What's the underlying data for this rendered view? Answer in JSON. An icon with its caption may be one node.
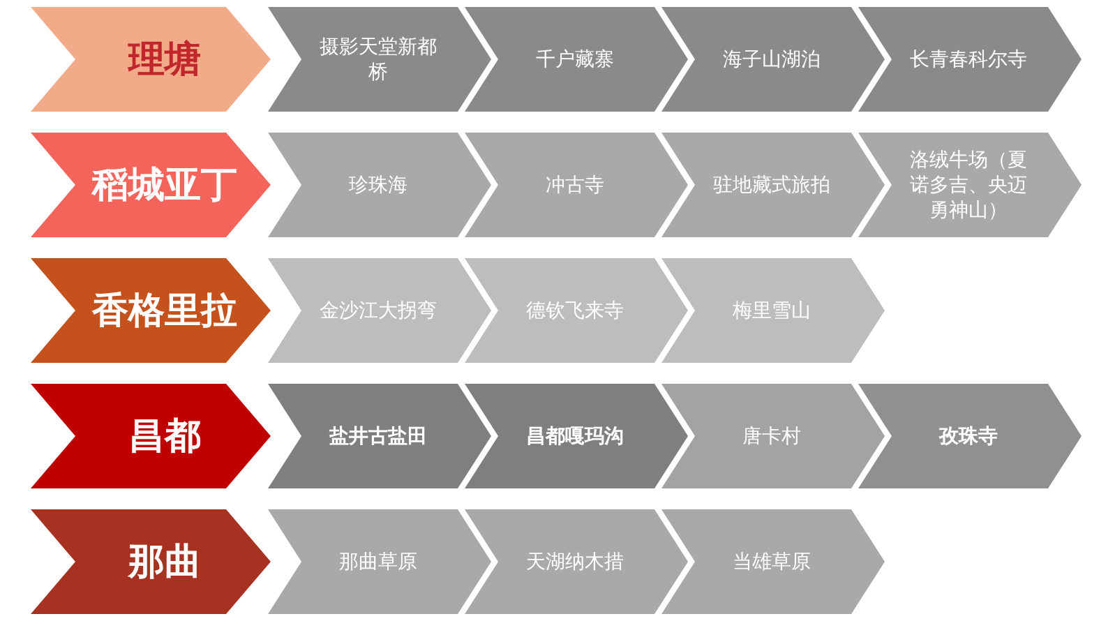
{
  "diagram": {
    "nodes": [
      {
        "text": [
          "理塘"
        ]
      },
      {
        "text": [
          "摄影天堂新都桥"
        ]
      },
      {
        "text": [
          "千户藏寨"
        ]
      },
      {
        "text": [
          "海子山湖泊"
        ]
      },
      {
        "text": [
          "长青春科尔寺"
        ]
      },
      {
        "text": [
          "稻城亚丁"
        ]
      },
      {
        "text": [
          "珍珠海"
        ]
      },
      {
        "text": [
          "冲古寺"
        ]
      },
      {
        "text": [
          "驻地藏式旅拍"
        ]
      },
      {
        "text": [
          "洛绒牛场（夏诺多吉、央迈勇神山）"
        ]
      },
      {
        "text": [
          "香格里拉"
        ]
      },
      {
        "text": [
          "金沙江大拐弯"
        ]
      },
      {
        "text": [
          "德钦飞来寺"
        ]
      },
      {
        "text": [
          "梅里雪山"
        ]
      },
      {
        "text": [
          "昌都"
        ]
      },
      {
        "text": [
          "盐井古盐田"
        ]
      },
      {
        "text": [
          "昌都嘎玛沟"
        ]
      },
      {
        "text": [
          "唐卡村"
        ]
      },
      {
        "text": [
          "孜珠寺"
        ]
      },
      {
        "text": [
          "那曲"
        ]
      },
      {
        "text": [
          "那曲草原"
        ]
      },
      {
        "text": [
          "天湖纳木措"
        ]
      },
      {
        "text": [
          "当雄草原"
        ]
      }
    ]
  }
}
